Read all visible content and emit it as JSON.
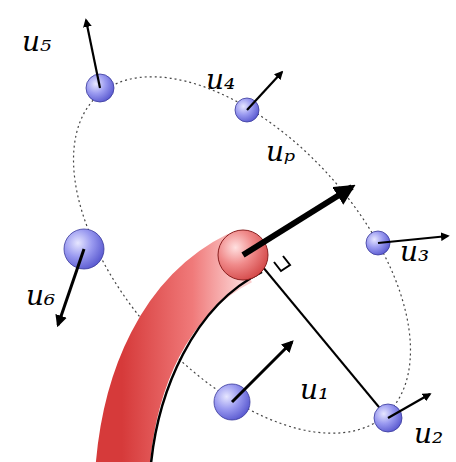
{
  "diagram": {
    "labels": [
      "u₅",
      "u₄",
      "uₚ",
      "u₃",
      "u₆",
      "u₁",
      "u₂"
    ]
  }
}
